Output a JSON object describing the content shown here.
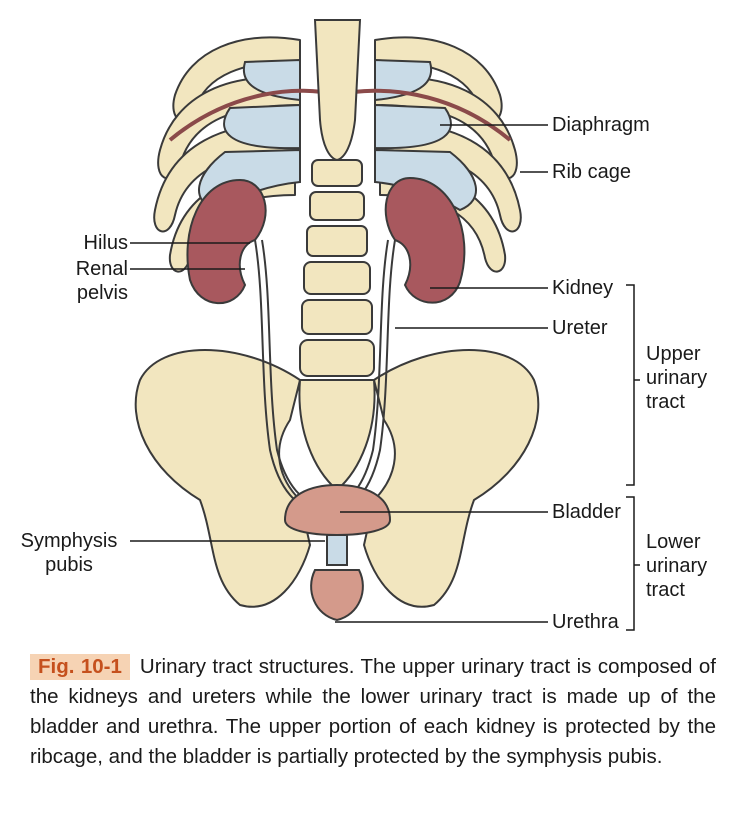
{
  "labels": {
    "diaphragm": "Diaphragm",
    "rib_cage": "Rib cage",
    "kidney": "Kidney",
    "ureter": "Ureter",
    "bladder": "Bladder",
    "urethra": "Urethra",
    "hilus": "Hilus",
    "renal_pelvis": "Renal\npelvis",
    "symphysis_pubis": "Symphysis\npubis",
    "upper_tract": "Upper\nurinary\ntract",
    "lower_tract": "Lower\nurinary\ntract"
  },
  "caption": {
    "tag": "Fig. 10-1",
    "text": "Urinary tract structures. The upper urinary tract is composed of the kidneys and ureters while the lower urinary tract is made up of the bladder and urethra. The upper portion of each kidney is protected by the ribcage, and the bladder is partially protected by the symphysis pubis."
  },
  "colors": {
    "bone": "#f2e6bf",
    "cartilage": "#c9dbe7",
    "kidney": "#a8585e",
    "bladder": "#d49a8b",
    "tag_bg": "#f6d3b4",
    "tag_text": "#c5501d"
  }
}
